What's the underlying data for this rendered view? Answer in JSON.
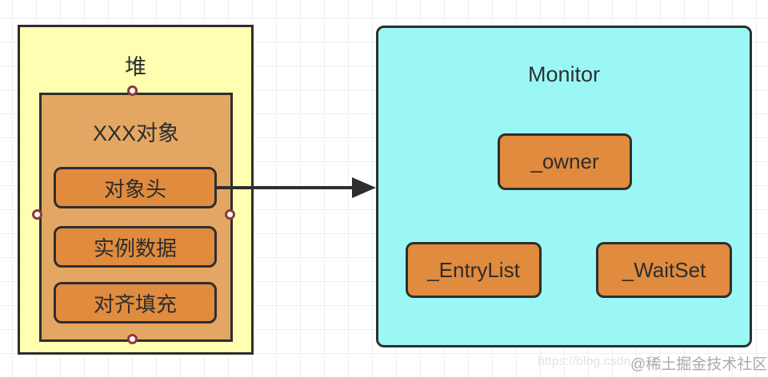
{
  "diagram": {
    "heap": {
      "label": "堆",
      "object": {
        "label": "XXX对象",
        "parts": [
          {
            "label": "对象头"
          },
          {
            "label": "实例数据"
          },
          {
            "label": "对齐填充"
          }
        ]
      }
    },
    "monitor": {
      "label": "Monitor",
      "fields": [
        {
          "label": "_owner"
        },
        {
          "label": "_EntryList"
        },
        {
          "label": "_WaitSet"
        }
      ]
    },
    "arrow": {
      "from": "对象头",
      "to": "Monitor"
    },
    "watermarks": {
      "url": "https://blog.csdn",
      "community": "@稀土掘金技术社区"
    },
    "colors": {
      "heap_bg": "#FFFFB2",
      "object_bg": "#E3A763",
      "field_bg": "#E08B3D",
      "monitor_bg": "#9BF7F4",
      "border": "#2E2E2E",
      "connector_dot_border": "#8E3B38",
      "grid_line": "#EFEFEF"
    }
  }
}
